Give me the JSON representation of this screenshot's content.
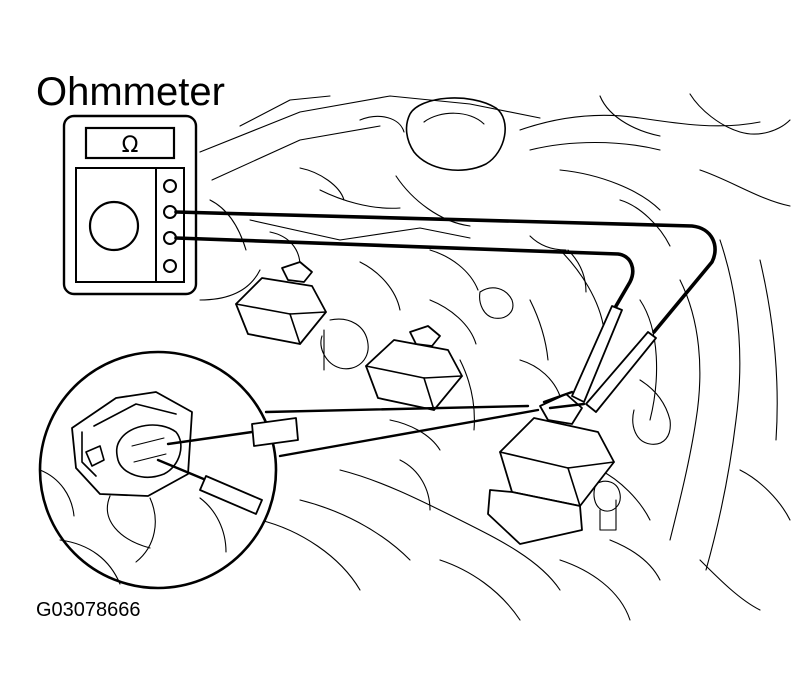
{
  "diagram": {
    "meter_label": "Ohmmeter",
    "display_symbol": "Ω",
    "figure_code": "G03078666"
  }
}
